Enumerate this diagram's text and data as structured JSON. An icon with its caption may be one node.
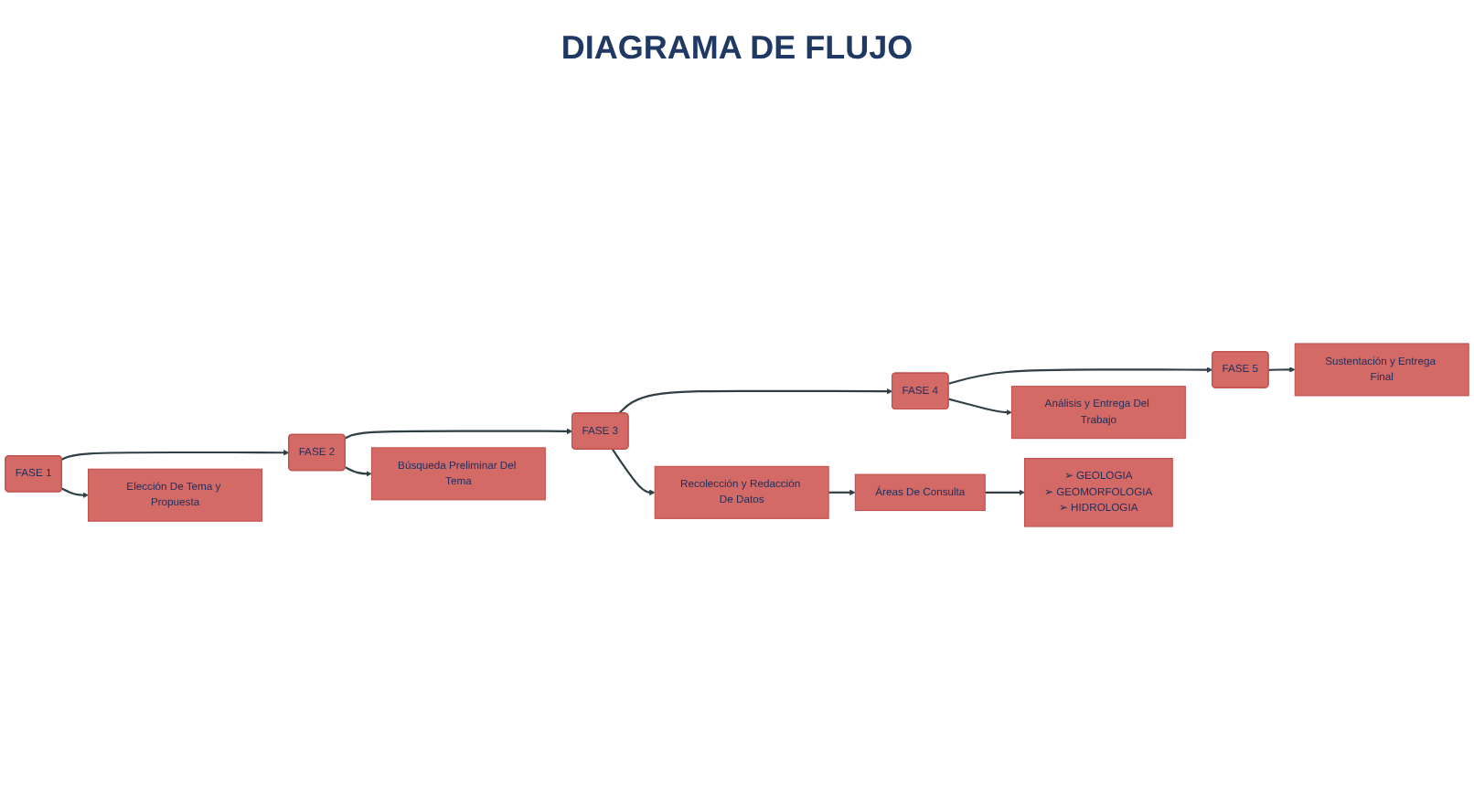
{
  "diagram": {
    "title": "DIAGRAMA DE FLUJO",
    "nodes": [
      {
        "text": [
          "FASE 1"
        ]
      },
      {
        "text": [
          "FASE 2"
        ]
      },
      {
        "text": [
          "FASE 3"
        ]
      },
      {
        "text": [
          "FASE 4"
        ]
      },
      {
        "text": [
          "FASE 5"
        ]
      },
      {
        "text": [
          "Elección De Tema y Propuesta"
        ]
      },
      {
        "text": [
          "Búsqueda Preliminar Del Tema"
        ]
      },
      {
        "text": [
          "Recolección y Redacción De Datos"
        ]
      },
      {
        "text": [
          "Análisis y Entrega Del Trabajo"
        ]
      },
      {
        "text": [
          "Sustentación y Entrega Final"
        ]
      },
      {
        "text": [
          "Áreas De Consulta"
        ]
      },
      {
        "text": [
          "➢ GEOLOGIA",
          "➢ GEOMORFOLOGIA",
          "➢ HIDROLOGIA"
        ]
      }
    ],
    "edges": [
      {
        "from": 0,
        "to": 1,
        "arrow": "to"
      },
      {
        "from": 1,
        "to": 2,
        "arrow": "to"
      },
      {
        "from": 2,
        "to": 3,
        "arrow": "to"
      },
      {
        "from": 3,
        "to": 4,
        "arrow": "to"
      },
      {
        "from": 0,
        "to": 5,
        "arrow": "to"
      },
      {
        "from": 1,
        "to": 6,
        "arrow": "to"
      },
      {
        "from": 2,
        "to": 7,
        "arrow": "to"
      },
      {
        "from": 3,
        "to": 8,
        "arrow": "to"
      },
      {
        "from": 4,
        "to": 9,
        "arrow": "to"
      },
      {
        "from": 7,
        "to": 10,
        "arrow": "to"
      },
      {
        "from": 10,
        "to": 11,
        "arrow": "to"
      }
    ]
  }
}
